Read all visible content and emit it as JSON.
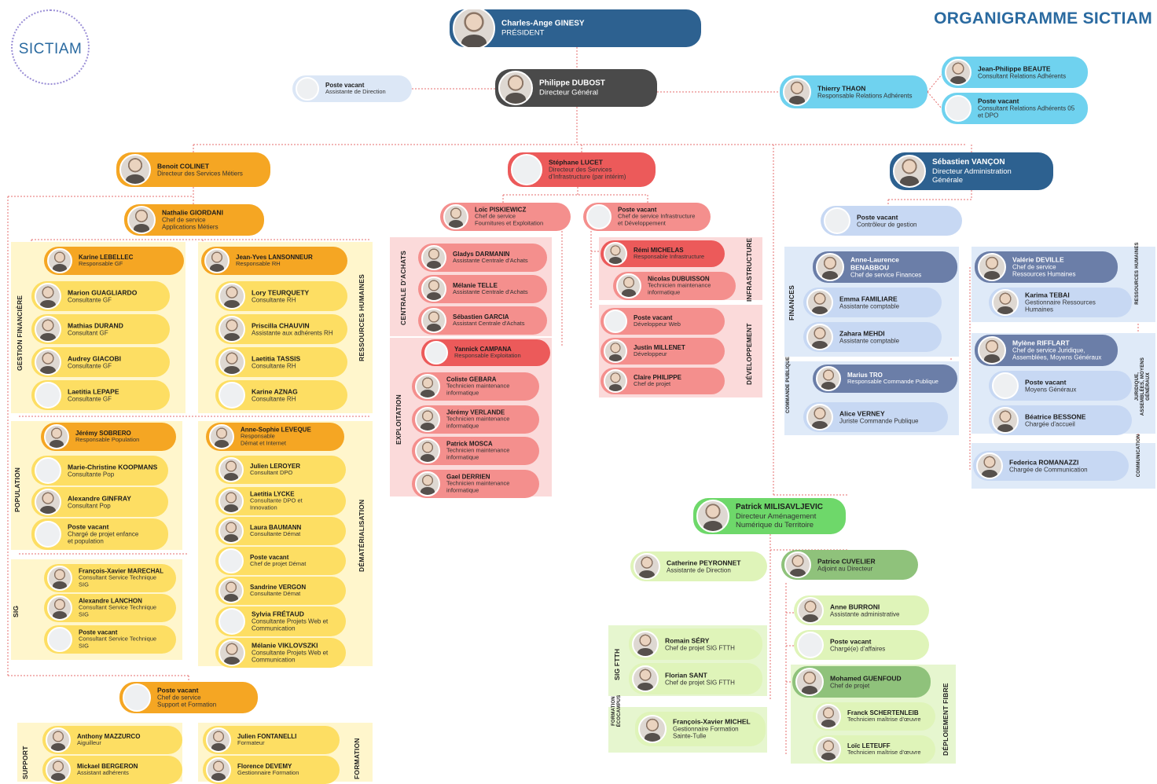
{
  "header": {
    "title": "ORGANIGRAMME SICTIAM",
    "logo_text": "SICTIAM"
  },
  "zones": [
    {
      "label": "GESTION FINANCIÈRE",
      "fill": "#fff6cc"
    },
    {
      "label": "RESSOURCES HUMAINES",
      "fill": "#fff6cc"
    },
    {
      "label": "POPULATION",
      "fill": "#fff6cc"
    },
    {
      "label": "DÉMATÉRIALISATION",
      "fill": "#fff6cc"
    },
    {
      "label": "SIG",
      "fill": "#fff6cc"
    },
    {
      "label": "SUPPORT",
      "fill": "#fff6cc"
    },
    {
      "label": "FORMATION",
      "fill": "#fff6cc"
    },
    {
      "label": "CENTRALE D'ACHATS",
      "fill": "#fbdada"
    },
    {
      "label": "EXPLOITATION",
      "fill": "#fbdada"
    },
    {
      "label": "INFRASTRUCTURE",
      "fill": "#fbdada"
    },
    {
      "label": "DÉVELOPPEMENT",
      "fill": "#fbdada"
    },
    {
      "label": "FINANCES",
      "fill": "#dfeaf8"
    },
    {
      "label": "COMMANDE PUBLIQUE",
      "fill": "#dfeaf8"
    },
    {
      "label": "RESSOURCES HUMAINES",
      "fill": "#dfeaf8"
    },
    {
      "label": "JURIDIQUE, ASSEMBLÉES, MOYENS GÉNÉRAUX",
      "fill": "#dfeaf8"
    },
    {
      "label": "COMMUNICATION",
      "fill": "#dfeaf8"
    },
    {
      "label": "SIG FTTH",
      "fill": "#e6f6cf"
    },
    {
      "label": "FORMATION ÉCOCAMPUS",
      "fill": "#e6f6cf"
    },
    {
      "label": "DÉPLOIEMENT FIBRE",
      "fill": "#e6f6cf"
    }
  ],
  "people": [
    {
      "name": "Charles-Ange GINESY",
      "role": "PRÉSIDENT",
      "photo": true,
      "style": "navy"
    },
    {
      "name": "Philippe DUBOST",
      "role": "Directeur Général",
      "photo": true,
      "style": "dark"
    },
    {
      "name": "Poste vacant",
      "role": "Assistante de Direction",
      "photo": false,
      "style": "pale"
    },
    {
      "name": "Thierry THAON",
      "role": "Responsable Relations Adhérents",
      "photo": true,
      "style": "cyan"
    },
    {
      "name": "Jean-Philippe BEAUTE",
      "role": "Consultant Relations Adhérents",
      "photo": true,
      "style": "cyan"
    },
    {
      "name": "Poste vacant",
      "role": "Consultant Relations Adhérents 05\net DPO",
      "photo": false,
      "style": "cyan"
    },
    {
      "name": "Benoit COLINET",
      "role": "Directeur des Services Métiers",
      "photo": true,
      "style": "orange"
    },
    {
      "name": "Stéphane LUCET",
      "role": "Directeur des Services\nd'Infrastructure (par intérim)",
      "photo": false,
      "style": "red"
    },
    {
      "name": "Sébastien VANÇON",
      "role": "Directeur Administration\nGénérale",
      "photo": true,
      "style": "navy"
    },
    {
      "name": "Nathalie GIORDANI",
      "role": "Chef de service\nApplications Métiers",
      "photo": true,
      "style": "orange"
    },
    {
      "name": "Karine LEBELLEC",
      "role": "Responsable GF",
      "photo": true,
      "style": "orange"
    },
    {
      "name": "Marion GUAGLIARDO",
      "role": "Consultante GF",
      "photo": true,
      "style": "yellow"
    },
    {
      "name": "Mathias DURAND",
      "role": "Consultant GF",
      "photo": true,
      "style": "yellow"
    },
    {
      "name": "Audrey GIACOBI",
      "role": "Consultante GF",
      "photo": true,
      "style": "yellow"
    },
    {
      "name": "Laetitia LEPAPE",
      "role": "Consultante GF",
      "photo": false,
      "style": "yellow"
    },
    {
      "name": "Jean-Yves LANSONNEUR",
      "role": "Responsable RH",
      "photo": true,
      "style": "orange"
    },
    {
      "name": "Lory TEURQUETY",
      "role": "Consultante RH",
      "photo": true,
      "style": "yellow"
    },
    {
      "name": "Priscilla CHAUVIN",
      "role": "Assistante aux adhérents RH",
      "photo": true,
      "style": "yellow"
    },
    {
      "name": "Laetitia TASSIS",
      "role": "Consultante RH",
      "photo": true,
      "style": "yellow"
    },
    {
      "name": "Karine AZNAG",
      "role": "Consultante RH",
      "photo": false,
      "style": "yellow"
    },
    {
      "name": "Jérémy SOBRERO",
      "role": "Responsable Population",
      "photo": true,
      "style": "orange"
    },
    {
      "name": "Marie-Christine KOOPMANS",
      "role": "Consultante Pop",
      "photo": false,
      "style": "yellow"
    },
    {
      "name": "Alexandre GINFRAY",
      "role": "Consultant Pop",
      "photo": true,
      "style": "yellow"
    },
    {
      "name": "Poste vacant",
      "role": "Chargé de projet enfance\net population",
      "photo": false,
      "style": "yellow"
    },
    {
      "name": "Anne-Sophie LEVEQUE",
      "role": "Responsable\nDémat et Internet",
      "photo": true,
      "style": "orange"
    },
    {
      "name": "Julien LEROYER",
      "role": "Consultant DPO",
      "photo": true,
      "style": "yellow"
    },
    {
      "name": "Laetitia LYCKE",
      "role": "Consultante DPO et\nInnovation",
      "photo": true,
      "style": "yellow"
    },
    {
      "name": "Laura BAUMANN",
      "role": "Consultante Démat",
      "photo": true,
      "style": "yellow"
    },
    {
      "name": "Poste vacant",
      "role": "Chef de projet Démat",
      "photo": false,
      "style": "yellow"
    },
    {
      "name": "Sandrine VERGON",
      "role": "Consultante Démat",
      "photo": true,
      "style": "yellow"
    },
    {
      "name": "Sylvia FRÉTAUD",
      "role": "Consultante Projets Web et\nCommunication",
      "photo": false,
      "style": "yellow"
    },
    {
      "name": "Mélanie VIKLOVSZKI",
      "role": "Consultante Projets Web et\nCommunication",
      "photo": true,
      "style": "yellow"
    },
    {
      "name": "François-Xavier MARECHAL",
      "role": "Consultant Service Technique\nSIG",
      "photo": true,
      "style": "yellow"
    },
    {
      "name": "Alexandre LANCHON",
      "role": "Consultant Service Technique\nSIG",
      "photo": true,
      "style": "yellow"
    },
    {
      "name": "Poste vacant",
      "role": "Consultant Service Technique\nSIG",
      "photo": false,
      "style": "yellow"
    },
    {
      "name": "Poste vacant",
      "role": "Chef de service\nSupport et Formation",
      "photo": false,
      "style": "orange"
    },
    {
      "name": "Anthony MAZZURCO",
      "role": "Aiguilleur",
      "photo": true,
      "style": "yellow"
    },
    {
      "name": "Mickael BERGERON",
      "role": "Assistant adhérents",
      "photo": true,
      "style": "yellow"
    },
    {
      "name": "Julien FONTANELLI",
      "role": "Formateur",
      "photo": true,
      "style": "yellow"
    },
    {
      "name": "Florence DEVEMY",
      "role": "Gestionnaire Formation",
      "photo": true,
      "style": "yellow"
    },
    {
      "name": "Loïc PISKIEWICZ",
      "role": "Chef de service\nFournitures et Exploitation",
      "photo": true,
      "style": "pink"
    },
    {
      "name": "Poste vacant",
      "role": "Chef de service Infrastructure\net Développement",
      "photo": false,
      "style": "pink"
    },
    {
      "name": "Gladys DARMANIN",
      "role": "Assistante Centrale d'Achats",
      "photo": true,
      "style": "pink"
    },
    {
      "name": "Mélanie TELLE",
      "role": "Assistante Centrale d'Achats",
      "photo": true,
      "style": "pink"
    },
    {
      "name": "Sébastien GARCIA",
      "role": "Assistant Centrale d'Achats",
      "photo": true,
      "style": "pink"
    },
    {
      "name": "Yannick CAMPANA",
      "role": "Responsable Exploitation",
      "photo": false,
      "style": "red"
    },
    {
      "name": "Coliste GEBARA",
      "role": "Technicien maintenance\ninformatique",
      "photo": true,
      "style": "pink"
    },
    {
      "name": "Jérémy VERLANDE",
      "role": "Technicien maintenance\ninformatique",
      "photo": true,
      "style": "pink"
    },
    {
      "name": "Patrick MOSCA",
      "role": "Technicien maintenance\ninformatique",
      "photo": true,
      "style": "pink"
    },
    {
      "name": "Gael DERRIEN",
      "role": "Technicien maintenance\ninformatique",
      "photo": true,
      "style": "pink"
    },
    {
      "name": "Rémi MICHELAS",
      "role": "Responsable Infrastructure",
      "photo": true,
      "style": "red"
    },
    {
      "name": "Nicolas DUBUISSON",
      "role": "Technicien maintenance\ninformatique",
      "photo": true,
      "style": "pink"
    },
    {
      "name": "Poste vacant",
      "role": "Développeur Web",
      "photo": false,
      "style": "pink"
    },
    {
      "name": "Justin MILLENET",
      "role": "Développeur",
      "photo": true,
      "style": "pink"
    },
    {
      "name": "Claire PHILIPPE",
      "role": "Chef de projet",
      "photo": true,
      "style": "pink"
    },
    {
      "name": "Poste vacant",
      "role": "Contrôleur de gestion",
      "photo": false,
      "style": "lblue"
    },
    {
      "name": "Anne-Laurence\nBENABBOU",
      "role": "Chef de service Finances",
      "photo": true,
      "style": "slate"
    },
    {
      "name": "Emma FAMILIARE",
      "role": "Assistante comptable",
      "photo": true,
      "style": "lblue"
    },
    {
      "name": "Zahara MEHDI",
      "role": "Assistante comptable",
      "photo": true,
      "style": "lblue"
    },
    {
      "name": "Marius TRO",
      "role": "Responsable Commande Publique",
      "photo": true,
      "style": "slate"
    },
    {
      "name": "Alice VERNEY",
      "role": "Juriste Commande Publique",
      "photo": true,
      "style": "lblue"
    },
    {
      "name": "Valérie DEVILLE",
      "role": "Chef de service\nRessources Humaines",
      "photo": true,
      "style": "slate"
    },
    {
      "name": "Karima TEBAI",
      "role": "Gestionnaire Ressources\nHumaines",
      "photo": true,
      "style": "lblue"
    },
    {
      "name": "Mylène RIFFLART",
      "role": "Chef de service Juridique,\nAssemblées, Moyens Généraux",
      "photo": true,
      "style": "slate"
    },
    {
      "name": "Poste vacant",
      "role": "Moyens Généraux",
      "photo": false,
      "style": "lblue"
    },
    {
      "name": "Béatrice BESSONE",
      "role": "Chargée d'accueil",
      "photo": true,
      "style": "lblue"
    },
    {
      "name": "Federica ROMANAZZI",
      "role": "Chargée de Communication",
      "photo": true,
      "style": "lblue"
    },
    {
      "name": "Patrick MILISAVLJEVIC",
      "role": "Directeur Aménagement\nNumérique du Territoire",
      "photo": true,
      "style": "green"
    },
    {
      "name": "Catherine PEYRONNET",
      "role": "Assistante de Direction",
      "photo": true,
      "style": "lgreen"
    },
    {
      "name": "Patrice CUVELIER",
      "role": "Adjoint au Directeur",
      "photo": true,
      "style": "sage"
    },
    {
      "name": "Anne BURRONI",
      "role": "Assistante administrative",
      "photo": true,
      "style": "lgreen"
    },
    {
      "name": "Poste vacant",
      "role": "Chargé(e) d'affaires",
      "photo": false,
      "style": "lgreen"
    },
    {
      "name": "Mohamed GUENFOUD",
      "role": "Chef de projet",
      "photo": true,
      "style": "sage"
    },
    {
      "name": "Franck SCHERTENLEIB",
      "role": "Technicien maîtrise d'œuvre",
      "photo": true,
      "style": "lgreen"
    },
    {
      "name": "Loïc LETEUFF",
      "role": "Technicien maîtrise d'œuvre",
      "photo": true,
      "style": "lgreen"
    },
    {
      "name": "Romain SÉRY",
      "role": "Chef de projet SIG FTTH",
      "photo": true,
      "style": "lgreen"
    },
    {
      "name": "Florian SANT",
      "role": "Chef de projet SIG FTTH",
      "photo": true,
      "style": "lgreen"
    },
    {
      "name": "François-Xavier MICHEL",
      "role": "Gestionnaire Formation\nSainte-Tulle",
      "photo": true,
      "style": "lgreen"
    }
  ]
}
